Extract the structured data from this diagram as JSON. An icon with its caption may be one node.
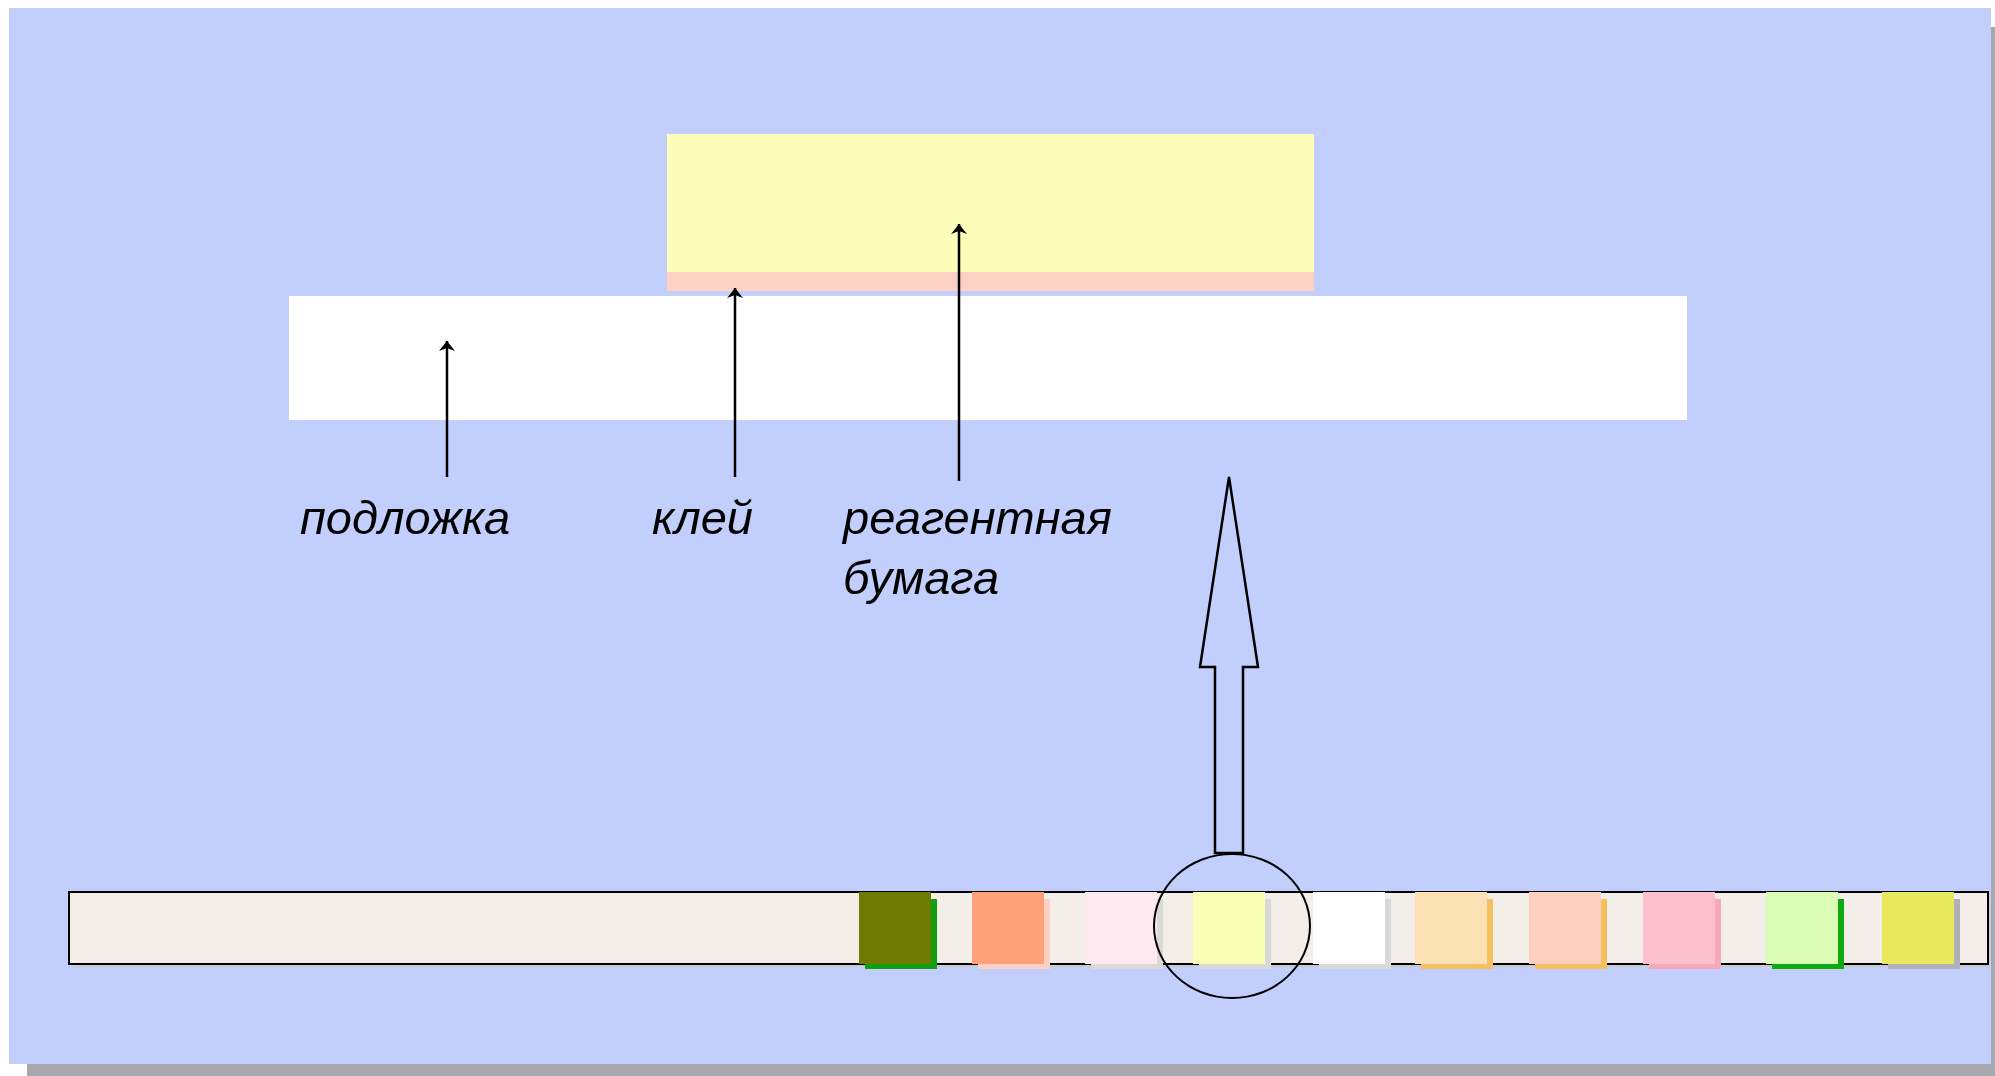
{
  "diagram": {
    "nodes": [
      {
        "text": [],
        "shape": "box"
      },
      {
        "text": [],
        "shape": "bar"
      },
      {
        "text": [],
        "shape": "box"
      },
      {
        "text": [
          "подложка"
        ]
      },
      {
        "text": [
          "клей"
        ]
      },
      {
        "text": [
          "реагентная бумага"
        ]
      },
      {
        "text": [],
        "shape": "circle"
      }
    ],
    "edges": [
      {
        "from": 3,
        "to": 2,
        "arrow": "to"
      },
      {
        "from": 4,
        "to": 1,
        "arrow": "to"
      },
      {
        "from": 5,
        "to": 0,
        "arrow": "to"
      },
      {
        "from": 6,
        "to": null,
        "arrow": "to",
        "style": "thick"
      }
    ]
  }
}
